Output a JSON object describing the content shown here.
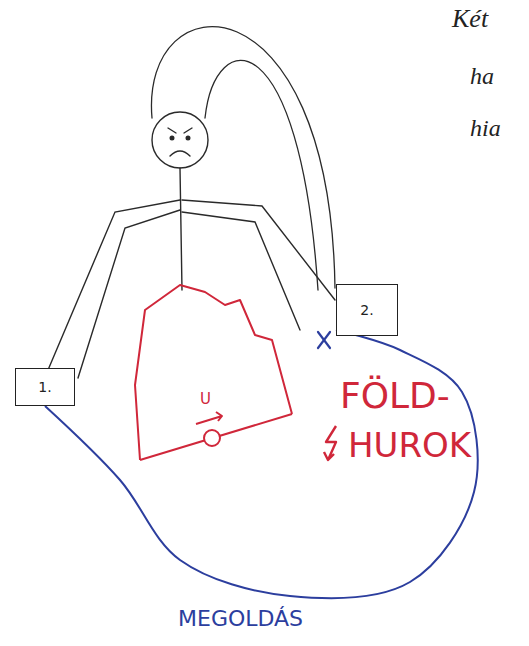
{
  "diagram": {
    "nodes": [
      {
        "text": [
          "1."
        ]
      },
      {
        "text": [
          "2."
        ]
      }
    ],
    "edges": [
      {
        "from": 0,
        "to": 1,
        "arrow": "none"
      }
    ],
    "labels": [
      "Két",
      "ha",
      "hia",
      "U",
      "FÖLD-",
      "HUROK",
      "MEGOLDÁS"
    ]
  }
}
